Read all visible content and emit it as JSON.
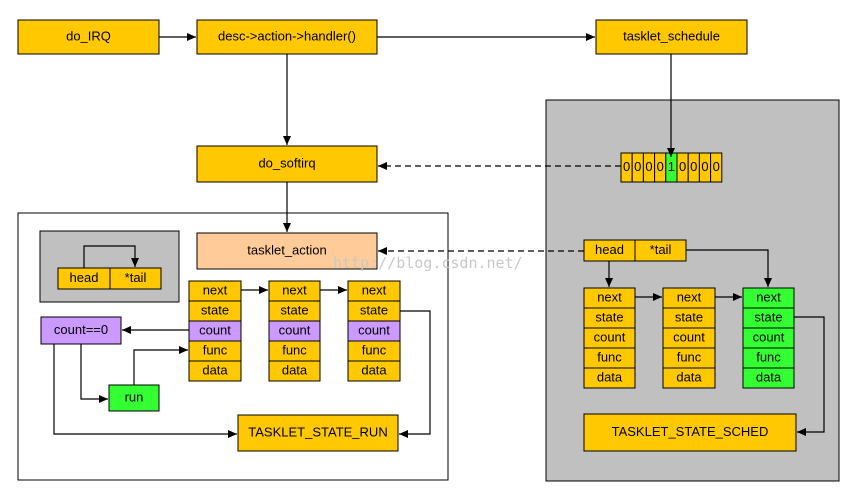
{
  "colors": {
    "yellow": "#FFC800",
    "orange_light": "#FFCC99",
    "purple": "#CC99FF",
    "green": "#33FF33",
    "grey": "#C0C0C0"
  },
  "nodes": {
    "do_irq": "do_IRQ",
    "handler": "desc->action->handler()",
    "tasklet_schedule": "tasklet_schedule",
    "do_softirq": "do_softirq",
    "tasklet_action": "tasklet_action",
    "count_zero": "count==0",
    "run": "run",
    "state_run": "TASKLET_STATE_RUN",
    "state_sched": "TASKLET_STATE_SCHED"
  },
  "list_head": {
    "head": "head",
    "tail": "*tail"
  },
  "sched_head": {
    "head": "head",
    "tail": "*tail"
  },
  "bitmap": [
    "0",
    "0",
    "0",
    "0",
    "1",
    "0",
    "0",
    "0",
    "0"
  ],
  "tasklet_fields": [
    "next",
    "state",
    "count",
    "func",
    "data"
  ],
  "watermark": "http://blog.csdn.net/"
}
